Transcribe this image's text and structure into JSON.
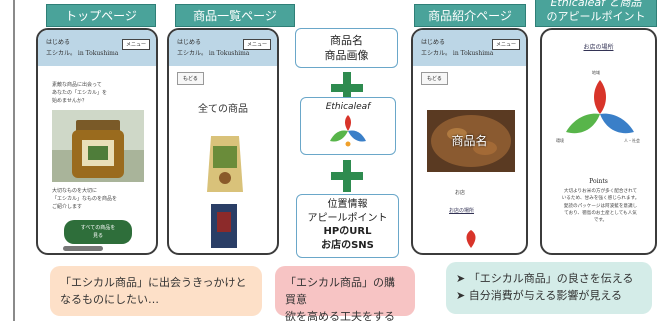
{
  "tabs": {
    "top": "トップページ",
    "list": "商品一覧ページ",
    "intro": "商品紹介ページ",
    "appeal_line1": "Ethicaleaf と商品",
    "appeal_line2": "のアピールポイント"
  },
  "phone_common": {
    "shop_name_1": "はじめる",
    "shop_name_2": "エシカル。 in Tokushima",
    "menu": "メニュー",
    "back": "もどる"
  },
  "phone1": {
    "intro_lines": [
      "素敵な商品に出会って",
      "あなたの「エシカル」を",
      "始めませんか？"
    ],
    "caption_lines": [
      "大切なものを大切に",
      "「エシカル」なものを商品を",
      "ご紹介します"
    ],
    "button_lines": [
      "すべての商品を",
      "見る"
    ]
  },
  "phone2": {
    "title": "全ての商品"
  },
  "phone3": {
    "product_name": "商品名",
    "store": "お店",
    "map_link": "お店の場所"
  },
  "phone4": {
    "heading": "お店の場所",
    "label_top": "地域",
    "label_left": "環境",
    "label_right": "人・社会",
    "points_title": "Points",
    "points_lines": [
      "大切よりお米の方が多く配合されて",
      "いるため、甘みを強く感じられます。",
      "愛読のパッケージは阿波藍を意識し",
      "ており、徳島のお土産としても人気",
      "です。"
    ]
  },
  "center": {
    "box1_lines": [
      "商品名",
      "商品画像"
    ],
    "brand": "Ethicaleaf",
    "box3_lines": [
      "位置情報",
      "アピールポイント",
      "HPのURL",
      "お店のSNS"
    ]
  },
  "notes": {
    "left": [
      "「エシカル商品」に出会うきっかけと",
      "なるものにしたい…"
    ],
    "middle": [
      "「エシカル商品」の購買意",
      "欲を高める工夫をする"
    ],
    "right": [
      "「エシカル商品」の良さを伝える",
      "自分消費が与える影響が見える"
    ]
  },
  "colors": {
    "tab": "#4aa39a",
    "phone_header": "#bcd6e6",
    "plus": "#2e8b4f",
    "note_left": "#fde0c8",
    "note_middle": "#f7c4c4",
    "note_right": "#d4ece8",
    "leaf_red": "#d8342a",
    "leaf_green": "#58b54a",
    "leaf_blue": "#3a7fc8",
    "leaf_orange": "#f0a02a"
  }
}
